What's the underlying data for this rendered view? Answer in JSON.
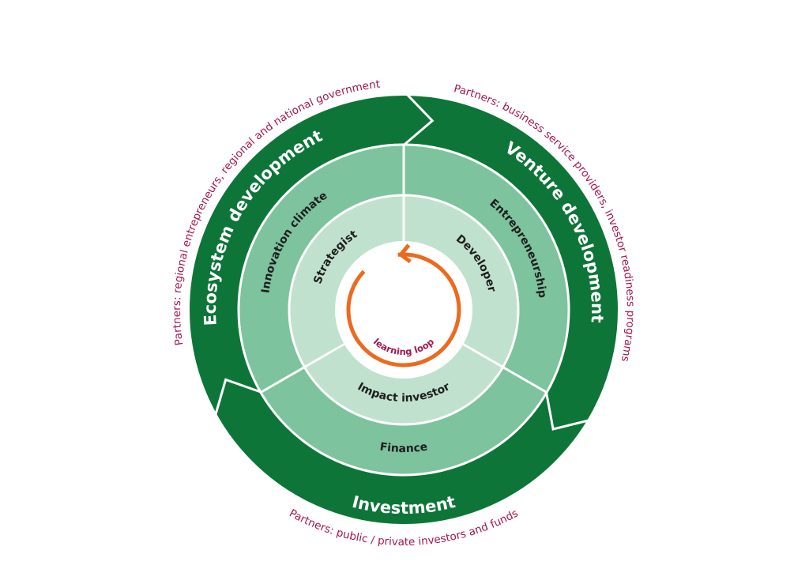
{
  "colors": {
    "outer_ring": "#0e7538",
    "middle_ring": "#7cc39e",
    "inner_ring": "#c0e1cd",
    "accent_text": "#a3174f",
    "loop_arrow": "#ec6a1f"
  },
  "outer_ring": {
    "ecosystem": "Ecosystem development",
    "venture": "Venture development",
    "investment": "Investment"
  },
  "partners": {
    "ecosystem": "Partners: regional entrepreneurs, regional and national government",
    "venture": "Partners: business service providers, investor readiness programs",
    "investment": "Partners: public / private investors and funds"
  },
  "middle_ring": {
    "innovation": "Innovation climate",
    "entrepreneurship": "Entrepreneurship",
    "finance": "Finance"
  },
  "inner_ring": {
    "strategist": "Strategist",
    "developer": "Developer",
    "impact_investor": "Impact investor"
  },
  "center": {
    "label": "learning loop"
  }
}
